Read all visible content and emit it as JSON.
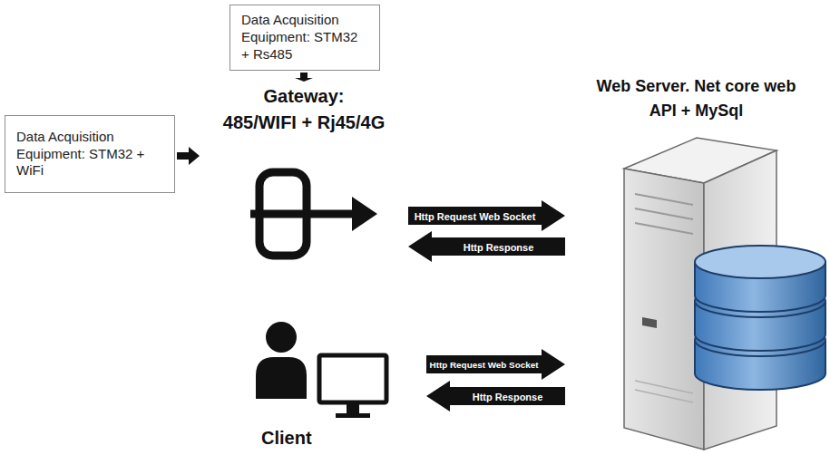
{
  "diagram": {
    "nodes": [
      {
        "text": [
          "Data Acquisition Equipment: STM32 + Rs485"
        ]
      },
      {
        "text": [
          "Data Acquisition Equipment: STM32 + WiFi"
        ]
      },
      {
        "text": [
          "Gateway:",
          "485/WIFI + Rj45/4G"
        ]
      },
      {
        "text": [
          "Web Server. Net core web API + MySql"
        ]
      },
      {
        "text": [
          "Client"
        ]
      }
    ],
    "edges": [
      {
        "from": 0,
        "to": 2,
        "arrow": "to"
      },
      {
        "from": 1,
        "to": 2,
        "arrow": "to"
      },
      {
        "from": 2,
        "to": 3,
        "label": "Http Request Web Socket",
        "arrow": "to"
      },
      {
        "from": 3,
        "to": 2,
        "label": "Http Response",
        "arrow": "to"
      },
      {
        "from": 4,
        "to": 3,
        "label": "Http Request Web Socket",
        "arrow": "to"
      },
      {
        "from": 3,
        "to": 4,
        "label": "Http Response",
        "arrow": "to"
      }
    ]
  }
}
